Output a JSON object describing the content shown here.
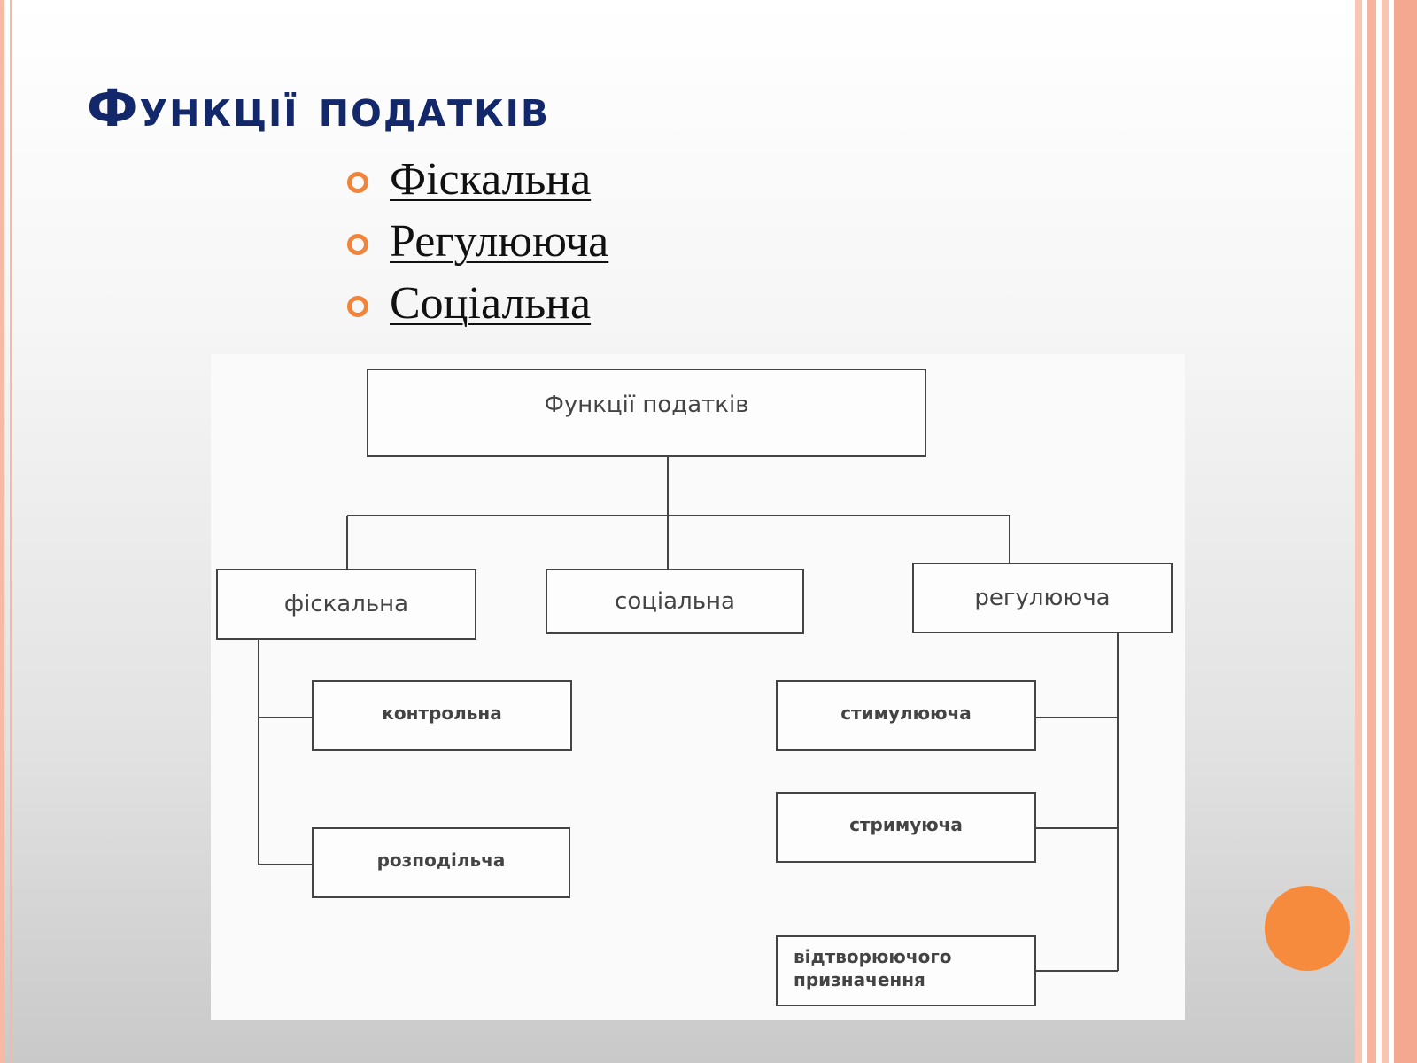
{
  "slide": {
    "title": "Функції податків",
    "bullets": [
      {
        "label": "Фіскальна"
      },
      {
        "label": "Регулююча"
      },
      {
        "label": "Соціальна"
      }
    ]
  },
  "diagram": {
    "root": "Функції податків",
    "level1": {
      "fiscal": "фіскальна",
      "social": "соціальна",
      "regulatory": "регулююча"
    },
    "fiscal_children": [
      "контрольна",
      "розподільча"
    ],
    "regulatory_children": [
      "стимулююча",
      "стримуюча",
      "відтворюючого призначення"
    ]
  },
  "colors": {
    "title": "#13286a",
    "bullet": "#f0843a",
    "accent_circle": "#f68b3d",
    "border": "#f7b9a4"
  }
}
